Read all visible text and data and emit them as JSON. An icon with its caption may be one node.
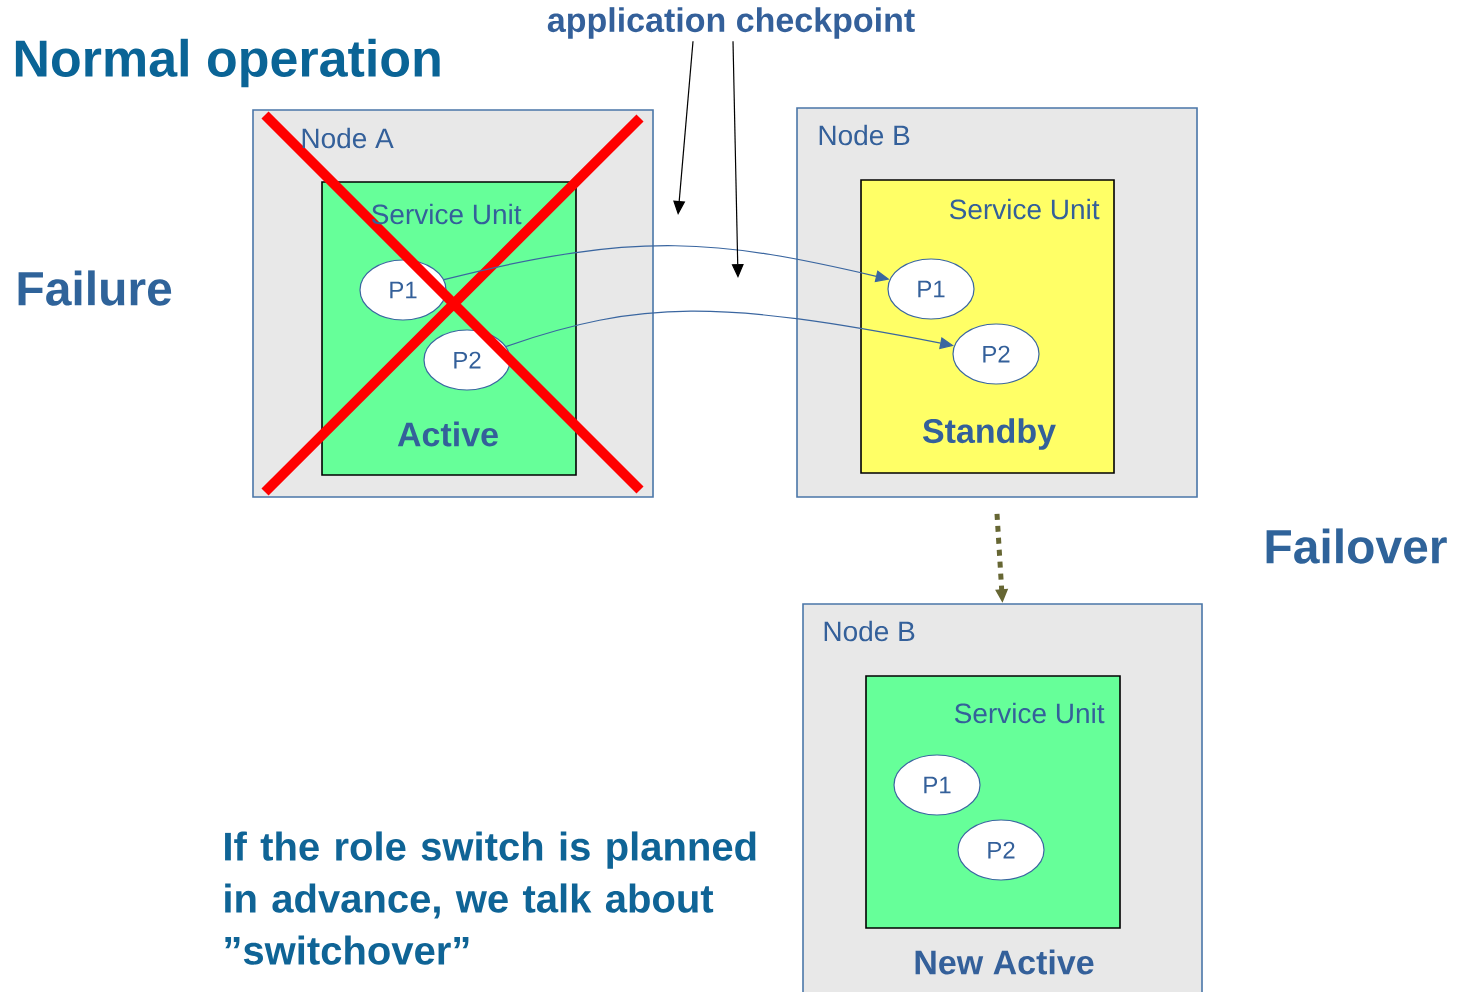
{
  "diagram": {
    "nodes": [
      {
        "text": [
          "application checkpoint"
        ]
      },
      {
        "text": [
          "Node A"
        ]
      },
      {
        "text": [
          "Service Unit",
          "Active"
        ],
        "in": 1
      },
      {
        "text": [
          "P1"
        ],
        "in": 2
      },
      {
        "text": [
          "P2"
        ],
        "in": 2
      },
      {
        "text": [
          "Node B"
        ]
      },
      {
        "text": [
          "Service Unit",
          "Standby"
        ],
        "in": 5
      },
      {
        "text": [
          "P1"
        ],
        "in": 6
      },
      {
        "text": [
          "P2"
        ],
        "in": 6
      },
      {
        "text": [
          "Node B",
          "New Active"
        ]
      },
      {
        "text": [
          "Service Unit"
        ],
        "in": 9
      },
      {
        "text": [
          "P1"
        ],
        "in": 10
      },
      {
        "text": [
          "P2"
        ],
        "in": 10
      }
    ],
    "edges": [
      {
        "from": 3,
        "to": 7,
        "arrow": "to",
        "color": "#3a66a0"
      },
      {
        "from": 4,
        "to": 8,
        "arrow": "to",
        "color": "#3a66a0"
      },
      {
        "from": 0,
        "to": null,
        "arrow": "to",
        "color": "#000000"
      },
      {
        "from": 0,
        "to": null,
        "arrow": "to",
        "color": "#000000"
      },
      {
        "from": 5,
        "to": 9,
        "arrow": "to",
        "style": "dashed",
        "color": "#666633"
      }
    ],
    "labels": [
      "Normal operation",
      "Failure",
      "Failover",
      "If the role switch is planned in advance, we talk about ”switchover”"
    ]
  }
}
